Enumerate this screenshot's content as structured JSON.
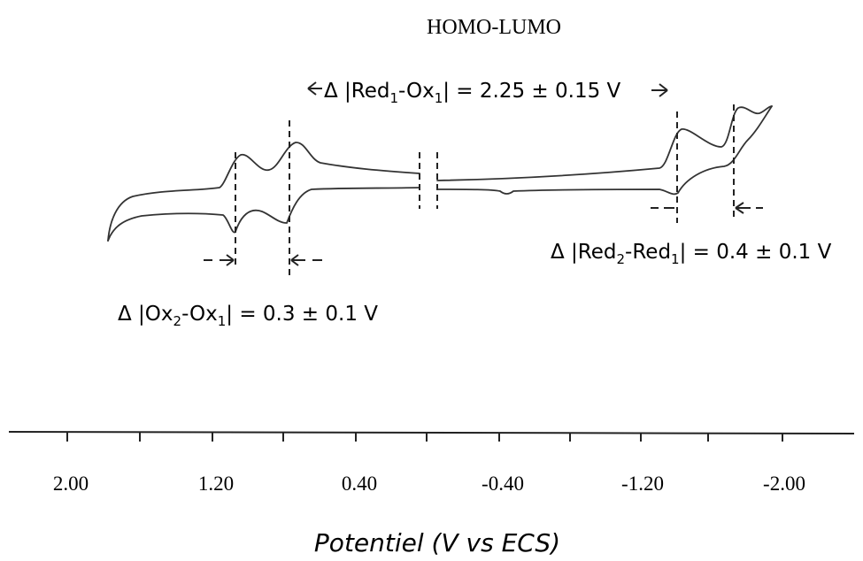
{
  "title": "HOMO-LUMO",
  "annotations": {
    "red1_ox1": {
      "delta": "Δ |Red",
      "sub1": "1",
      "mid": "-Ox",
      "sub2": "1",
      "tail": "| = 2.25 ± 0.15 V"
    },
    "red2_red1": {
      "delta": "Δ |Red",
      "sub1": "2",
      "mid": "-Red",
      "sub2": "1",
      "tail": "| = 0.4 ± 0.1 V"
    },
    "ox2_ox1": {
      "delta": "Δ |Ox",
      "sub1": "2",
      "mid": "-Ox",
      "sub2": "1",
      "tail": "| = 0.3 ± 0.1 V"
    }
  },
  "axis": {
    "label": "Potentiel (V vs ECS)",
    "tick_labels": [
      "2.00",
      "1.20",
      "0.40",
      "-0.40",
      "-1.20",
      "-2.00"
    ]
  }
}
